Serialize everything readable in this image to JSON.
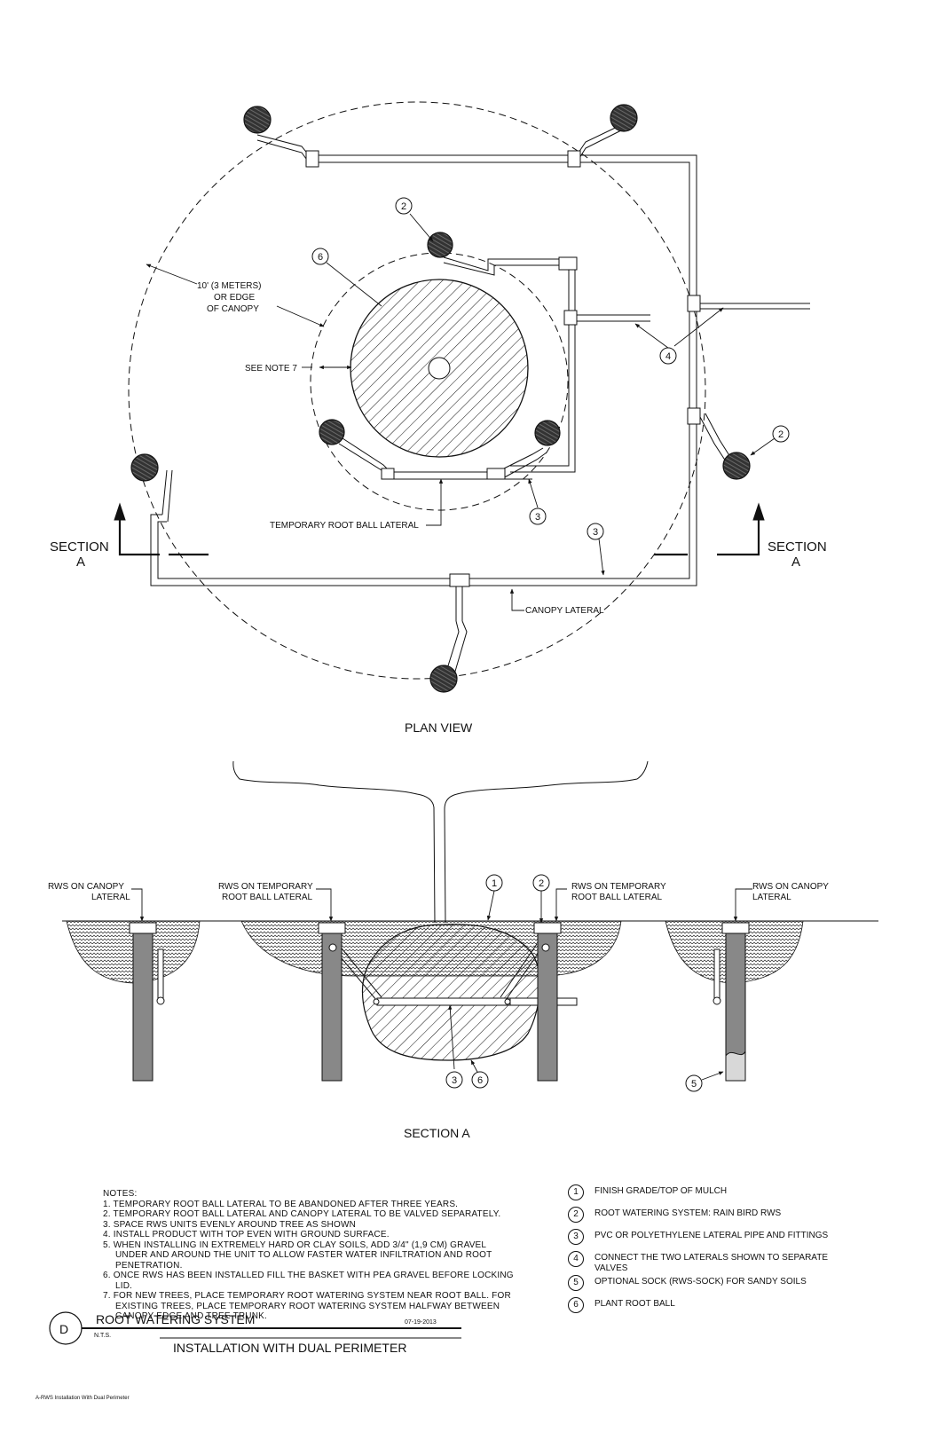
{
  "plan": {
    "label_canopy_edge": [
      "10' (3 METERS)",
      "OR EDGE",
      "OF CANOPY"
    ],
    "label_see_note": "SEE NOTE 7",
    "label_temporary_lateral": "TEMPORARY ROOT BALL LATERAL",
    "label_canopy_lateral": "CANOPY LATERAL",
    "section_word": "SECTION",
    "section_letter": "A",
    "title": "PLAN VIEW"
  },
  "section": {
    "labels": {
      "rws_canopy_left": [
        "RWS ON CANOPY",
        "LATERAL"
      ],
      "rws_temp_left": [
        "RWS ON TEMPORARY",
        "ROOT BALL LATERAL"
      ],
      "rws_temp_right": [
        "RWS ON TEMPORARY",
        "ROOT BALL LATERAL"
      ],
      "rws_canopy_right": [
        "RWS ON CANOPY",
        "LATERAL"
      ]
    },
    "title": "SECTION A"
  },
  "callouts": [
    "1",
    "2",
    "3",
    "4",
    "5",
    "6"
  ],
  "notes": {
    "heading": "NOTES:",
    "items": [
      "1. TEMPORARY ROOT BALL LATERAL TO BE ABANDONED AFTER THREE YEARS.",
      "2. TEMPORARY ROOT BALL LATERAL AND CANOPY LATERAL TO BE VALVED SEPARATELY.",
      "3. SPACE RWS UNITS EVENLY AROUND TREE AS SHOWN",
      "4. INSTALL PRODUCT WITH TOP EVEN WITH GROUND SURFACE.",
      "5. WHEN INSTALLING IN EXTREMELY HARD OR CLAY SOILS, ADD 3/4\" (1,9 CM) GRAVEL UNDER AND AROUND THE UNIT TO ALLOW FASTER WATER INFILTRATION AND ROOT PENETRATION.",
      "6. ONCE RWS HAS BEEN INSTALLED FILL THE BASKET WITH PEA GRAVEL BEFORE LOCKING LID.",
      "7. FOR NEW TREES, PLACE TEMPORARY ROOT WATERING SYSTEM NEAR ROOT BALL. FOR EXISTING TREES, PLACE TEMPORARY ROOT WATERING SYSTEM HALFWAY BETWEEN CANOPY EDGE AND TREE TRUNK."
    ]
  },
  "legend": [
    {
      "num": "1",
      "text": "FINISH GRADE/TOP OF MULCH"
    },
    {
      "num": "2",
      "text": "ROOT WATERING SYSTEM: RAIN BIRD RWS"
    },
    {
      "num": "3",
      "text": "PVC OR POLYETHYLENE LATERAL PIPE AND FITTINGS"
    },
    {
      "num": "4",
      "text": "CONNECT THE TWO LATERALS SHOWN TO SEPARATE VALVES"
    },
    {
      "num": "5",
      "text": "OPTIONAL SOCK (RWS-SOCK) FOR SANDY SOILS"
    },
    {
      "num": "6",
      "text": "PLANT ROOT BALL"
    }
  ],
  "title_block": {
    "detail_letter": "D",
    "title": "ROOT WATERING SYSTEM",
    "subtitle": "INSTALLATION WITH DUAL PERIMETER",
    "scale": "N.T.S.",
    "date": "07-19-2013",
    "file_name": "A-RWS Installation With Dual Perimeter"
  },
  "colors": {
    "line": "#111111",
    "tube_fill": "#8a8a8a"
  }
}
